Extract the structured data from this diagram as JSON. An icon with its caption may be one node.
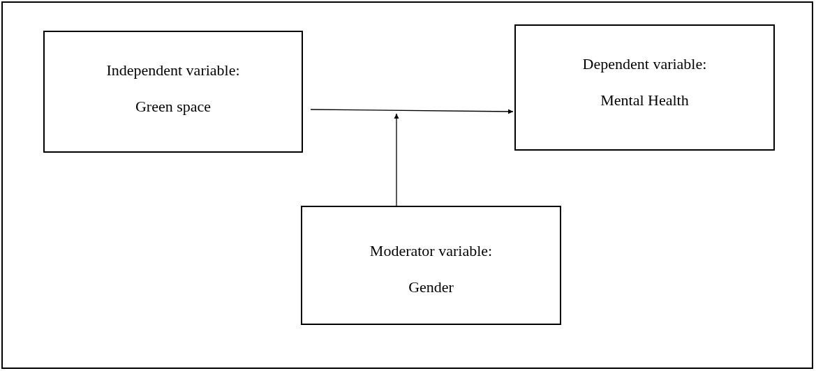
{
  "diagram": {
    "nodes": [
      {
        "text": [
          "Independent variable:",
          "Green space"
        ]
      },
      {
        "text": [
          "Dependent variable:",
          "Mental Health"
        ]
      },
      {
        "text": [
          "Moderator variable:",
          "Gender"
        ]
      }
    ],
    "edges": [
      {
        "from": 0,
        "to": 1,
        "arrow": "to"
      },
      {
        "from": 2,
        "to": null,
        "arrow": "to"
      }
    ]
  }
}
